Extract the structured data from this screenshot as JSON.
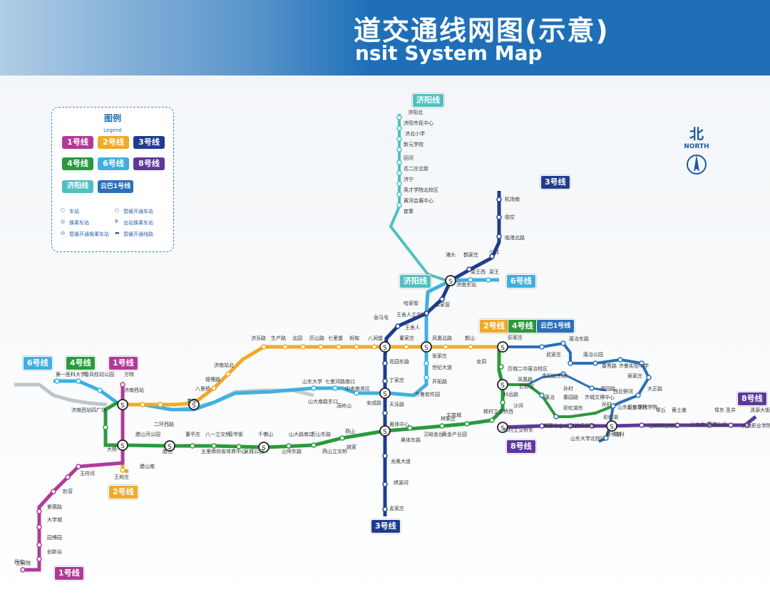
{
  "header": {
    "title_cn": "道交通线网图(示意)",
    "title_en": "nsit System Map"
  },
  "legend": {
    "title": "图例",
    "subtitle": "Legend",
    "lines": [
      {
        "label": "1号线",
        "color": "#b03a96"
      },
      {
        "label": "2号线",
        "color": "#f0aa2a"
      },
      {
        "label": "3号线",
        "color": "#1f3d8e"
      },
      {
        "label": "4号线",
        "color": "#2a9a3c"
      },
      {
        "label": "6号线",
        "color": "#3fb0df"
      },
      {
        "label": "8号线",
        "color": "#5d3a9a"
      },
      {
        "label": "济阳线",
        "color": "#4fc0c0"
      },
      {
        "label": "云巴1号线",
        "color": "#2b6fb8"
      }
    ],
    "keys": [
      {
        "label": "车站"
      },
      {
        "label": "暂缓开通车站"
      },
      {
        "label": "换乘车站"
      },
      {
        "label": "出站换乘车站"
      },
      {
        "label": "暂缓开通换乘车站"
      },
      {
        "label": "暂缓开通线路"
      }
    ]
  },
  "compass": {
    "cn": "北",
    "en": "NORTH"
  },
  "line_badges": [
    {
      "id": "jiyang-top",
      "label": "济阳线",
      "color": "#4fc0c0"
    },
    {
      "id": "l3-north",
      "label": "3号线",
      "color": "#1f3d8e"
    },
    {
      "id": "l6-east",
      "label": "6号线",
      "color": "#3fb0df"
    },
    {
      "id": "jiyang-mid",
      "label": "济阳线",
      "color": "#4fc0c0"
    },
    {
      "id": "l2-east",
      "label": "2号线",
      "color": "#f0aa2a"
    },
    {
      "id": "l4-east",
      "label": "4号线",
      "color": "#2a9a3c"
    },
    {
      "id": "yunba",
      "label": "云巴1号线",
      "color": "#2b6fb8"
    },
    {
      "id": "l6-west",
      "label": "6号线",
      "color": "#3fb0df"
    },
    {
      "id": "l4-west",
      "label": "4号线",
      "color": "#2a9a3c"
    },
    {
      "id": "l1-west",
      "label": "1号线",
      "color": "#b03a96"
    },
    {
      "id": "l8-east",
      "label": "8号线",
      "color": "#5d3a9a"
    },
    {
      "id": "l8-mid",
      "label": "8号线",
      "color": "#5d3a9a"
    },
    {
      "id": "l2-south",
      "label": "2号线",
      "color": "#f0aa2a"
    },
    {
      "id": "l3-south",
      "label": "3号线",
      "color": "#1f3d8e"
    },
    {
      "id": "l1-south",
      "label": "1号线",
      "color": "#b03a96"
    }
  ],
  "stations": [
    "济阳北",
    "济阳市民中心",
    "济北小学",
    "新元学校",
    "回河",
    "花二庄北街",
    "济宁",
    "黄河会展中心",
    "英才学院北校区",
    "崔寨",
    "机场南",
    "临空",
    "临港北路",
    "川流",
    "滩头",
    "鹊家庄",
    "梁王西",
    "梁王",
    "济南东站",
    "裴家营",
    "哈家街",
    "张马屯",
    "王舍人立交桥",
    "王舍人",
    "八涧堡",
    "董家庄",
    "凤凰北路",
    "鹊山",
    "彭家庄",
    "花园东路",
    "张家庄",
    "世纪大道",
    "丁家庄",
    "开拓路",
    "齐鲁软件园",
    "天泺路",
    "中央商务区",
    "安成路",
    "山东大学",
    "七里河路南口",
    "山大南路东口",
    "茂岭山",
    "济南站北",
    "生产路",
    "北园",
    "历山路",
    "七里堡",
    "祝甸",
    "济泺路",
    "八里桥",
    "堤堰路",
    "老屯",
    "济南西站",
    "第一医科大学",
    "春风校动公园",
    "方特",
    "济南西站四广场",
    "大杨",
    "王府庄",
    "腊山",
    "腊山河公园",
    "二环西路",
    "腊山南",
    "玉符河",
    "赵营",
    "紫薇路",
    "大学城",
    "园博园",
    "创新谷",
    "工研院",
    "段店",
    "董亭庄",
    "八一立交桥",
    "营市街",
    "五里牌坊",
    "省体育中心",
    "泉城公园",
    "千佛山",
    "山师东路",
    "山大路南口",
    "燕山立交桥",
    "历山东路",
    "燕山",
    "姚家",
    "龙奥大道",
    "奥体中心",
    "奥体东路",
    "林家庄",
    "汉峪金谷",
    "文苑城",
    "黄金产业园",
    "郎村立交桥西",
    "郎村立交桥东",
    "超算中心",
    "公路技师学院",
    "山财燕山校区",
    "山大龙山",
    "黄旗山北",
    "圣井",
    "孙村",
    "春博路",
    "山东职业学院",
    "庄科",
    "章丘",
    "山东现代学院",
    "黄土崖",
    "埠东",
    "济南职业学院",
    "清源大街",
    "绣源河",
    "孟家庄",
    "龙洞",
    "历城二中唐冶校区",
    "唐冶东路",
    "武家庄",
    "科远路",
    "唐冶",
    "沙河",
    "凤凰路",
    "唐冶公园",
    "春秀路",
    "齐鲁实验中学",
    "吴家庄",
    "西巨野河",
    "大正路",
    "巨野河",
    "市妇幼东院",
    "春园路",
    "齐城文博中心",
    "虎园路",
    "彩虹湖",
    "彩虹湖东",
    "山东大学北校区",
    "孙村",
    "春暨路",
    "科创城",
    "春晖路"
  ]
}
